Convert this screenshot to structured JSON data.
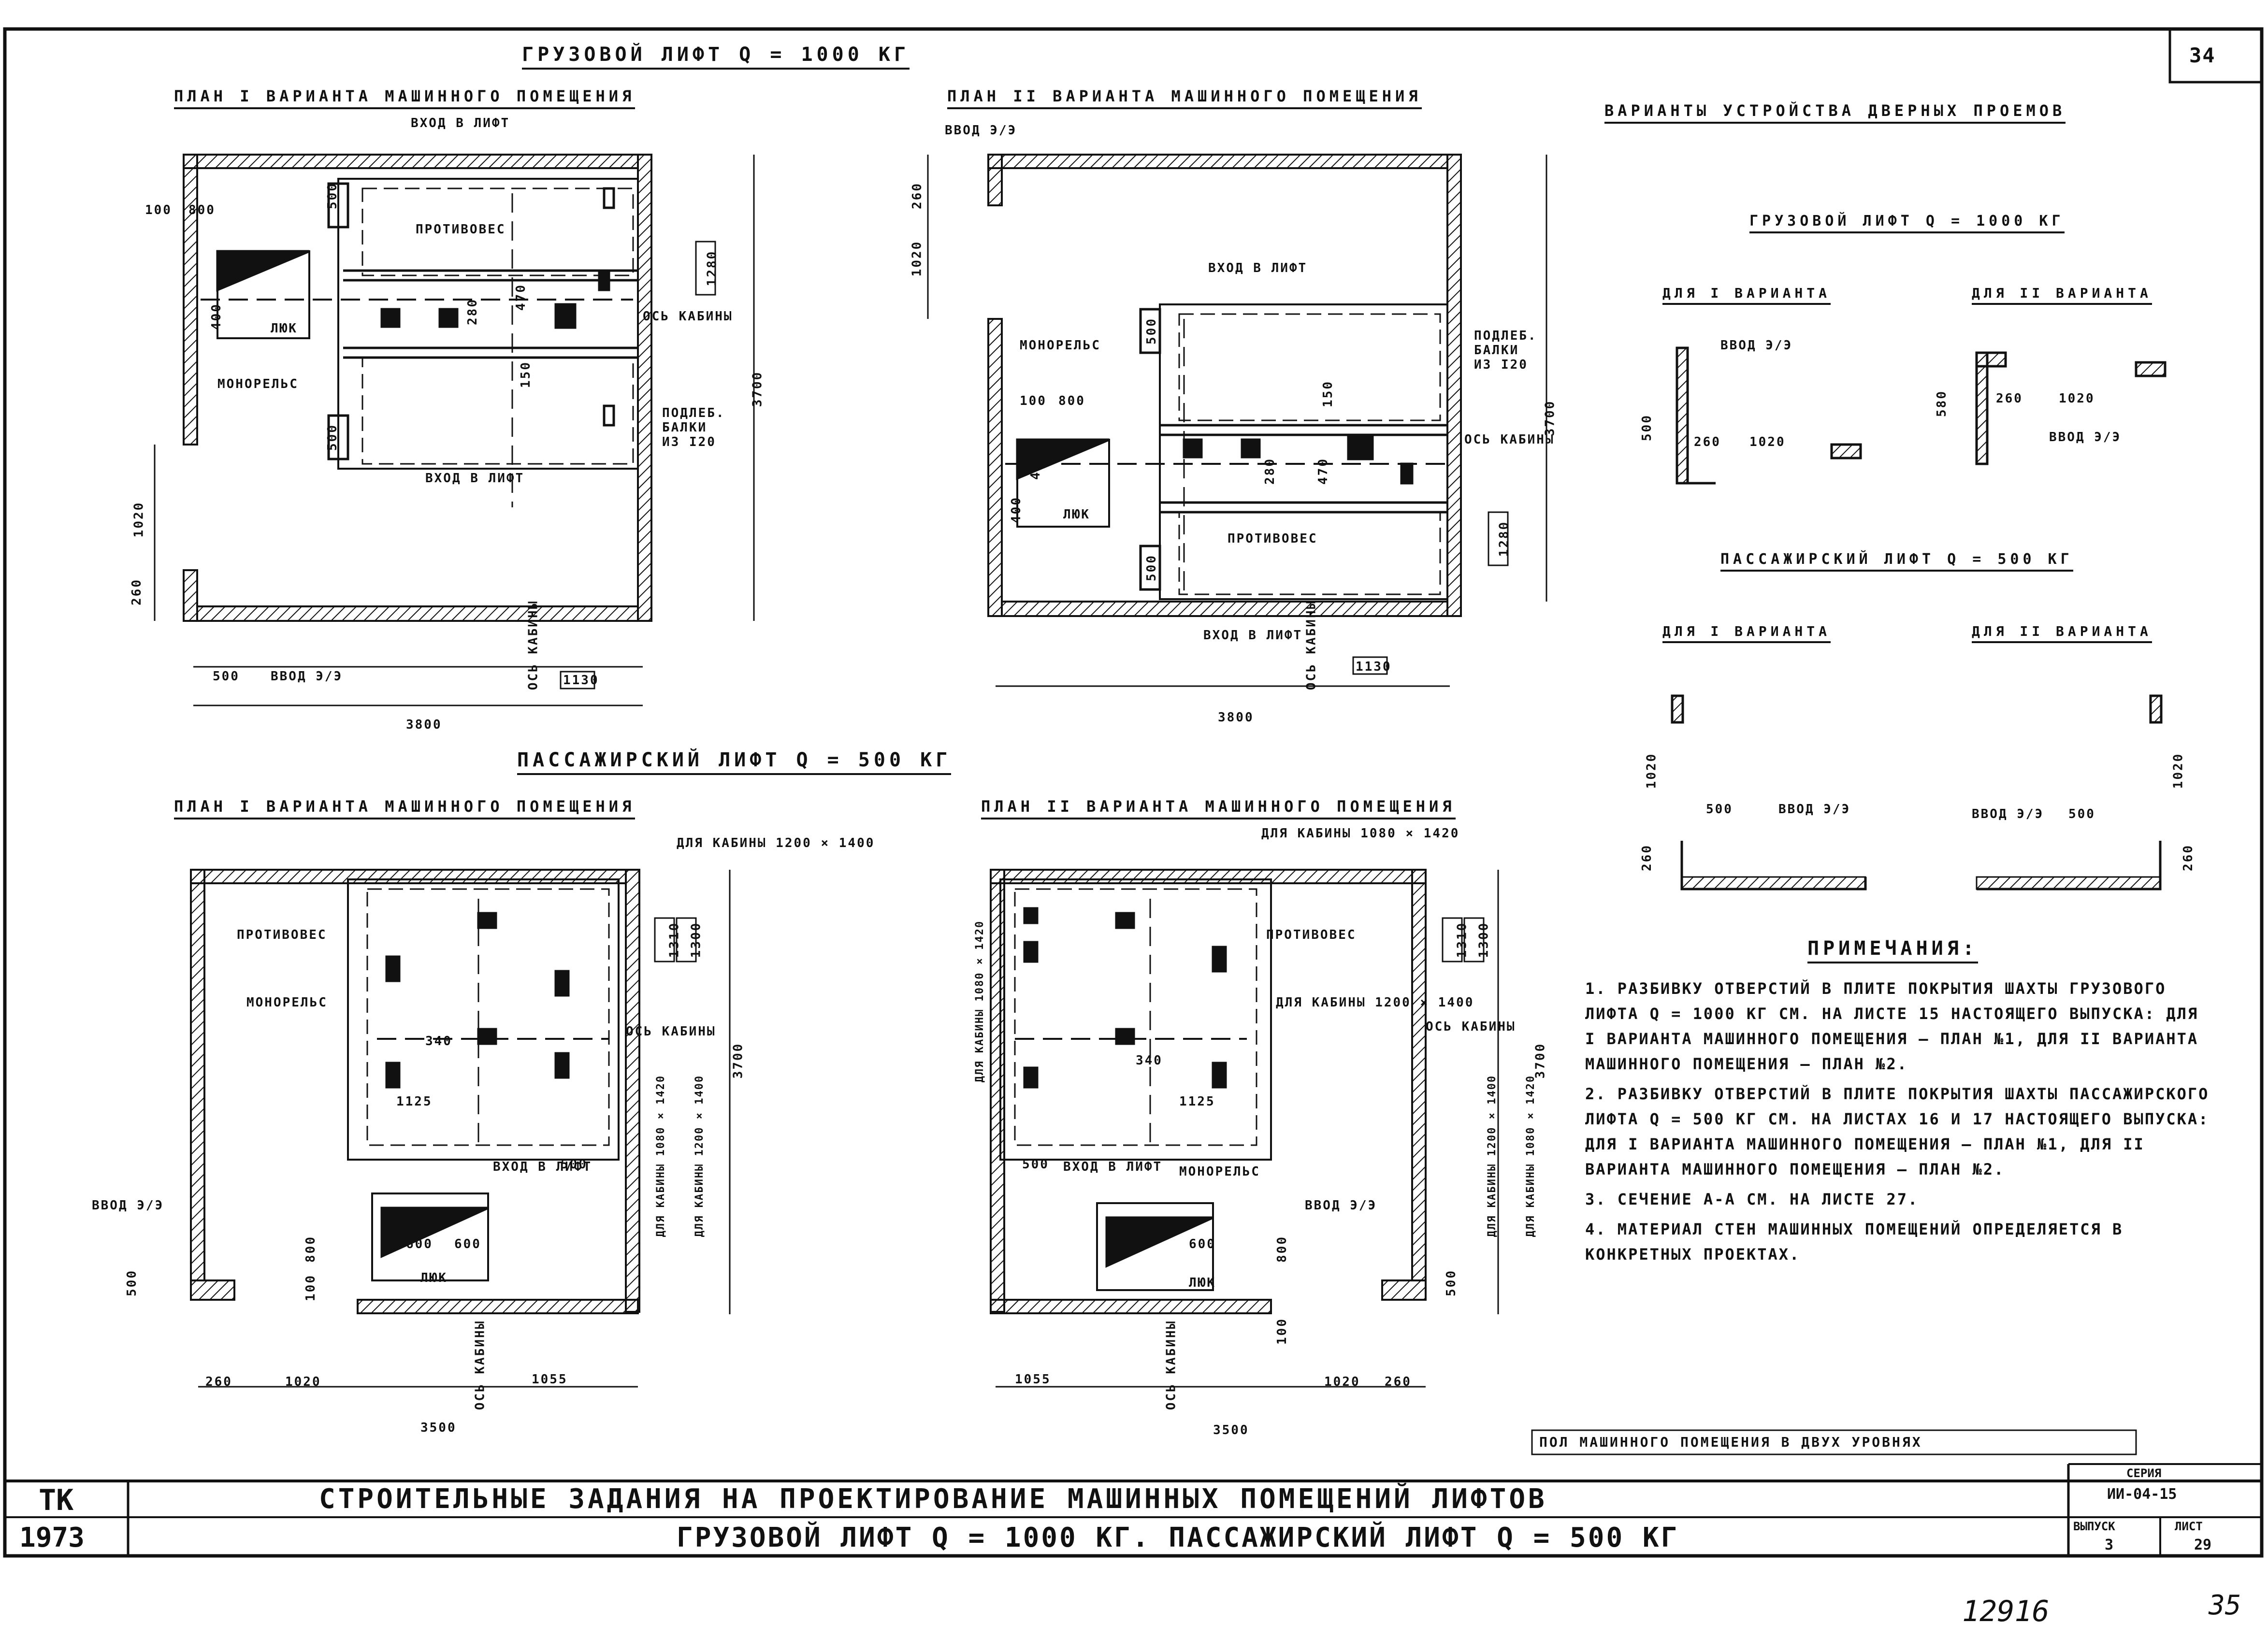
{
  "sheet_number_top": "34",
  "cargo_heading": "Грузовой лифт Q = 1000 кг",
  "passenger_heading": "Пассажирский лифт Q = 500 кг",
  "plan1_title": "План I варианта машинного помещения",
  "plan2_title": "План II варианта машинного помещения",
  "doors_title": "Варианты устройства дверных проемов",
  "doors_cargo": "Грузовой лифт Q = 1000 кг",
  "doors_pass": "Пассажирский лифт Q = 500 кг",
  "for_v1": "Для I варианта",
  "for_v2": "Для II варианта",
  "labels": {
    "entry_lift": "Вход в лифт",
    "counterweight": "противовес",
    "monorail": "монорельс",
    "hatch": "люк",
    "cabin_axis": "ось кабины",
    "beams": "подлеб. балки из I20",
    "power_input": "ввод э/э",
    "for_cabin_1200": "для кабины 1200 × 1400",
    "for_cabin_1080": "для кабины 1080 × 1420",
    "dim_label_1130": "1130",
    "dim_label_1055": "1055"
  },
  "dims": {
    "d3800": "3800",
    "d3700": "3700",
    "d3500": "3500",
    "d1020": "1020",
    "d260": "260",
    "d500": "500",
    "d800": "800",
    "d100": "100",
    "d400": "400",
    "d1280": "1280",
    "d1310": "1310",
    "d1300": "1300",
    "d1125": "1125",
    "d340": "340",
    "d600": "600",
    "d150": "150",
    "d280": "280",
    "d470": "470",
    "d580": "580"
  },
  "notes_title": "Примечания:",
  "notes": [
    "1. Разбивку отверстий в плите покрытия шахты грузового лифта Q = 1000 кг см. на листе 15 настоящего выпуска: для I варианта машинного помещения – план №1, для II варианта машинного помещения – план №2.",
    "2. Разбивку отверстий в плите покрытия шахты пассажирского лифта Q = 500 кг см. на листах 16 и 17 настоящего выпуска: для I варианта машинного помещения – план №1, для II варианта машинного помещения – план №2.",
    "3. Сечение А-А см. на листе 27.",
    "4. Материал стен машинных помещений определяется в конкретных проектах."
  ],
  "floor_note": "пол машинного помещения в двух уровнях",
  "title_block": {
    "org": "ТК",
    "year": "1973",
    "title1": "Строительные задания на проектирование машинных помещений лифтов",
    "title2": "Грузовой лифт Q = 1000 кг. Пассажирский лифт Q = 500 кг",
    "series_label": "Серия",
    "series": "ИИ-04-15",
    "issue_label": "Выпуск",
    "issue": "3",
    "sheet_label": "Лист",
    "sheet": "29"
  },
  "handwritten_num": "12916",
  "page_num": "35"
}
